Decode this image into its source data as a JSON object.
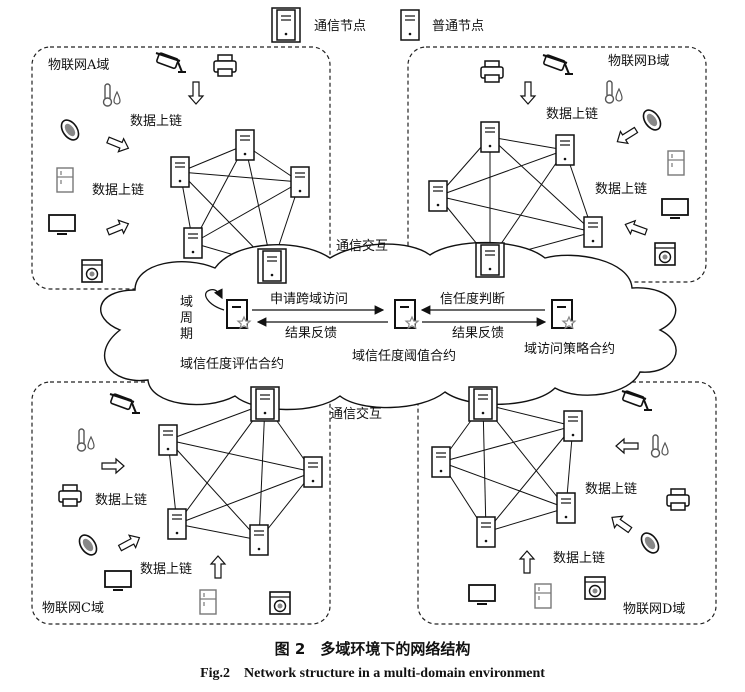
{
  "legend": {
    "comm_node": "通信节点",
    "normal_node": "普通节点"
  },
  "domains": {
    "a": "物联网A域",
    "b": "物联网B域",
    "c": "物联网C域",
    "d": "物联网D域"
  },
  "labels": {
    "data_upchain": "数据上链",
    "comm_interaction": "通信交互",
    "request_access": "申请跨域访问",
    "result_feedback": "结果反馈",
    "trust_judgment": "信任度判断",
    "domain_cycle": "域周期",
    "eval_contract": "域信任度评估合约",
    "threshold_contract": "域信任度阈值合约",
    "policy_contract": "域访问策略合约"
  },
  "caption": {
    "cn": "图 2　多域环境下的网络结构",
    "en": "Fig.2　Network structure in a multi-domain environment"
  }
}
